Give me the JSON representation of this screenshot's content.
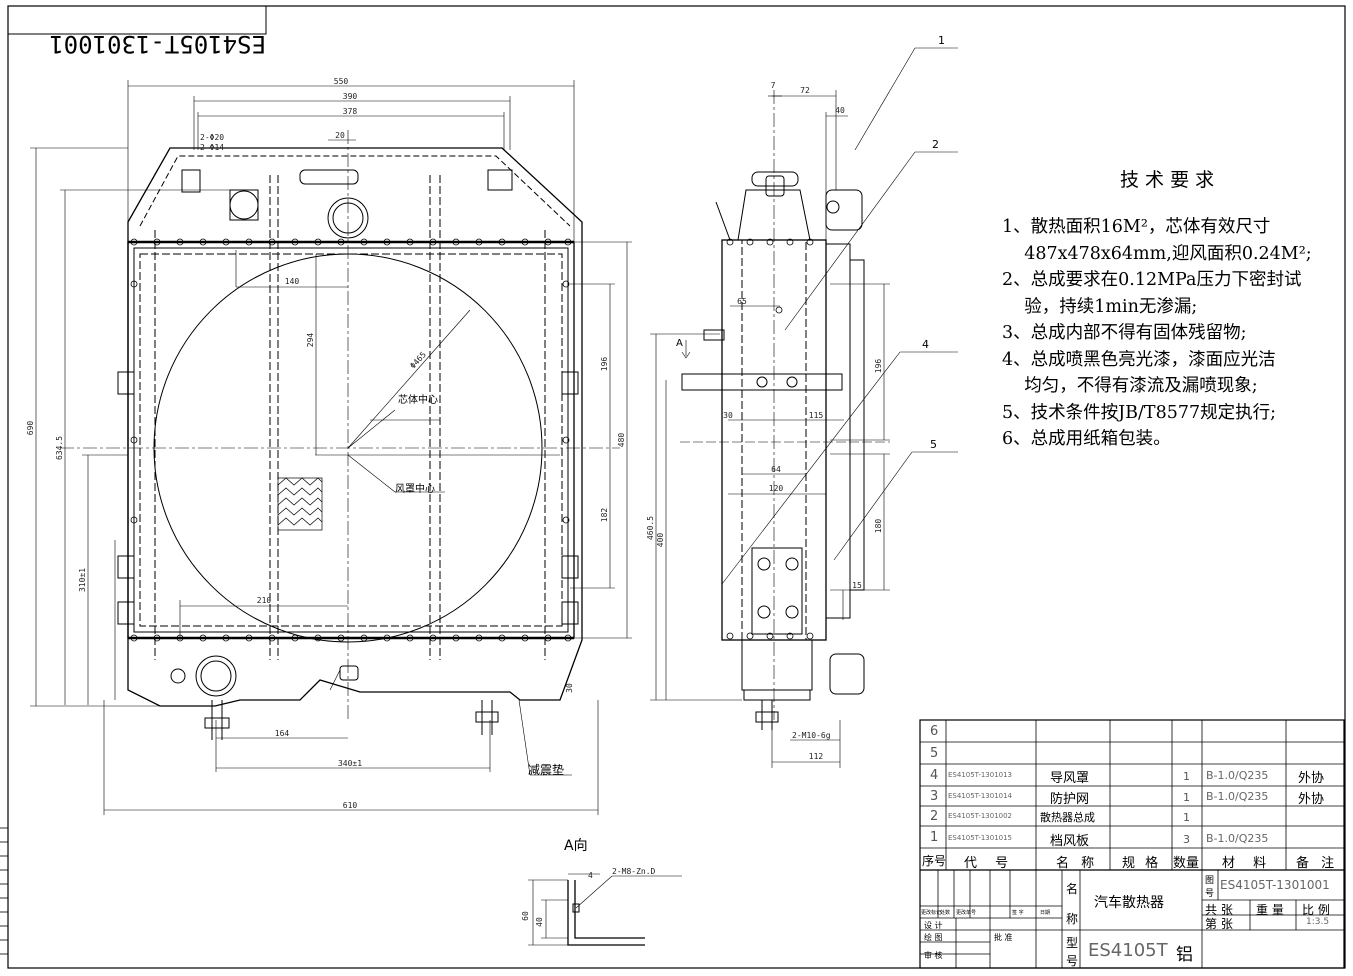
{
  "drawing_code_mirrored": "ES4105T-1301001",
  "front_view": {
    "dims": {
      "w550": "550",
      "w390": "390",
      "w378": "378",
      "w20": "20",
      "phi20": "2-Φ20",
      "phi14": "2-Φ14",
      "h690": "690",
      "h634": "634.5",
      "d140": "140",
      "d294": "294",
      "dia": "Φ465",
      "v196": "196",
      "v480": "480",
      "v182": "182",
      "v400": "400",
      "v4605": "460.5",
      "v310": "310±1",
      "d210": "210",
      "d164": "164",
      "d340": "340±1",
      "w610": "610",
      "v30": "30"
    },
    "label_core_center": "芯体中心",
    "label_shroud_center": "风罩中心",
    "label_damper": "减震垫"
  },
  "side_view": {
    "dims": {
      "t7": "7",
      "t72": "72",
      "t40": "40",
      "t65": "65",
      "t30": "30",
      "t115": "115",
      "t64": "64",
      "t120": "120",
      "t196": "196",
      "t180": "180",
      "t15": "15",
      "bolt": "2-M10-6g",
      "w112": "112"
    },
    "arrow_label": "A",
    "callouts": [
      "1",
      "2",
      "4",
      "5"
    ]
  },
  "view_a": {
    "title": "A向",
    "label_bolt": "2-M8-Zn.D",
    "d4": "4",
    "d60": "60",
    "d40": "40"
  },
  "tech_req": {
    "title": "技 术 要 求",
    "items": [
      "1、散热面积16M²，芯体有效尺寸\n    487x478x64mm,迎风面积0.24M²;",
      "2、总成要求在0.12MPa压力下密封试\n    验，持续1min无渗漏;",
      "3、总成内部不得有固体残留物;",
      "4、总成喷黑色亮光漆，漆面应光洁\n    均匀，不得有漆流及漏喷现象;",
      "5、技术条件按JB/T8577规定执行;",
      "6、总成用纸箱包装。"
    ]
  },
  "bom": {
    "rows": [
      {
        "no": "6",
        "code": "",
        "name": "",
        "spec": "",
        "qty": "",
        "material": "",
        "remark": ""
      },
      {
        "no": "5",
        "code": "",
        "name": "",
        "spec": "",
        "qty": "",
        "material": "",
        "remark": ""
      },
      {
        "no": "4",
        "code": "ES4105T-1301013",
        "name": "导风罩",
        "spec": "",
        "qty": "1",
        "material": "B-1.0/Q235",
        "remark": "外协"
      },
      {
        "no": "3",
        "code": "ES4105T-1301014",
        "name": "防护网",
        "spec": "",
        "qty": "1",
        "material": "B-1.0/Q235",
        "remark": "外协"
      },
      {
        "no": "2",
        "code": "ES4105T-1301002",
        "name": "散热器总成",
        "spec": "",
        "qty": "1",
        "material": "",
        "remark": ""
      },
      {
        "no": "1",
        "code": "ES4105T-1301015",
        "name": "档风板",
        "spec": "",
        "qty": "3",
        "material": "B-1.0/Q235",
        "remark": ""
      }
    ],
    "headers": {
      "no": "序号",
      "code": "代 号",
      "name": "名 称",
      "spec": "规 格",
      "qty": "数量",
      "material": "材 料",
      "remark": "备 注"
    }
  },
  "title_block": {
    "name_label_1": "名",
    "name_label_2": "称",
    "part_name": "汽车散热器",
    "drawing_no_label_1": "图",
    "drawing_no_label_2": "号",
    "drawing_no": "ES4105T-1301001",
    "sheets_total": "共    张",
    "weight": "重 量",
    "scale_label": "比 例",
    "sheet_no": "第    张",
    "scale": "1:3.5",
    "model_label_1": "型",
    "model_label_2": "号",
    "model": "ES4105T",
    "material": "铝",
    "rev_headers": [
      "更改标记",
      "处数",
      "更改单号",
      "签 字",
      "日期"
    ],
    "design": "设 计",
    "drawn": "绘 图",
    "approve": "批 准",
    "check": "审 核"
  }
}
